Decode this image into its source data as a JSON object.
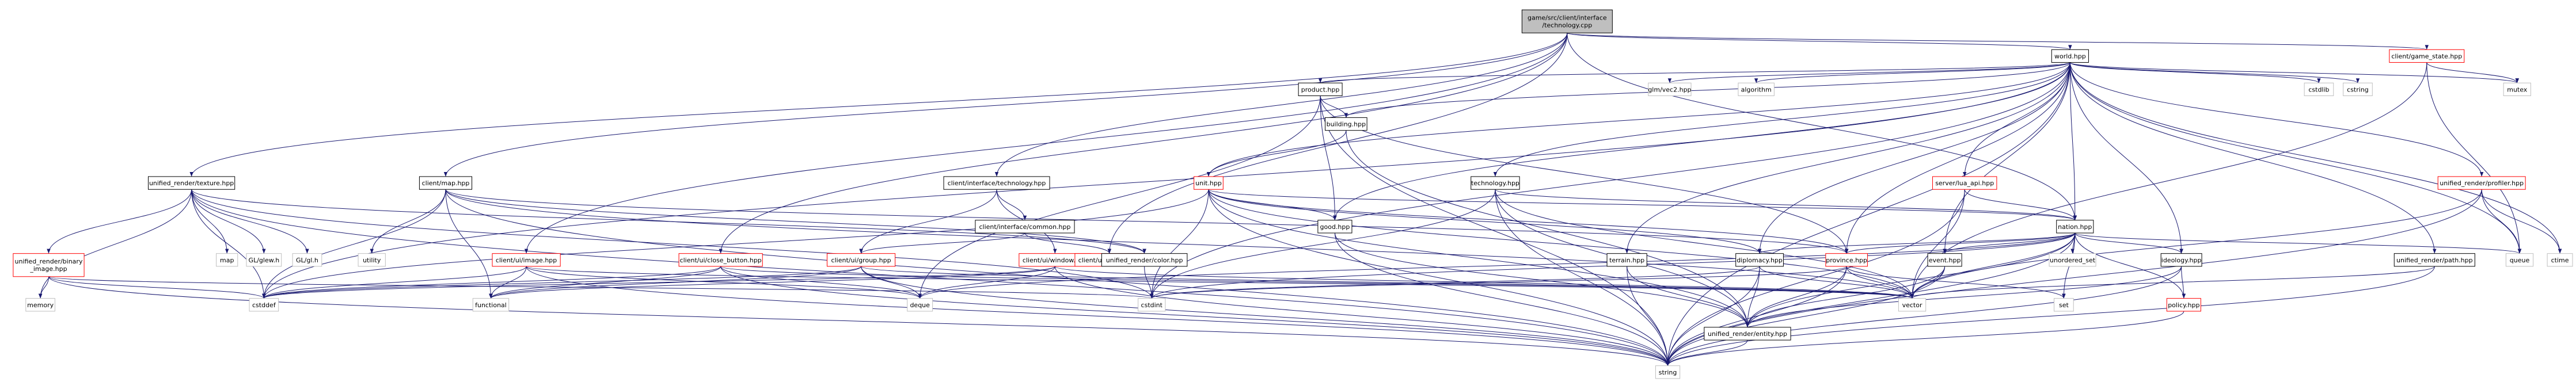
{
  "colors": {
    "edge": "#191970",
    "root_fill": "#bfbfbf",
    "node_border": "#000000",
    "system_border": "#bfbfbf",
    "incomplete_border": "#ff0000"
  },
  "nodes": [
    {
      "id": "root",
      "lines": [
        "game/src/client/interface",
        "/technology.cpp"
      ],
      "kind": "root"
    },
    {
      "id": "world",
      "lines": [
        "world.hpp"
      ],
      "kind": "local"
    },
    {
      "id": "gamestate",
      "lines": [
        "client/game_state.hpp"
      ],
      "kind": "incomplete"
    },
    {
      "id": "product",
      "lines": [
        "product.hpp"
      ],
      "kind": "local"
    },
    {
      "id": "glmvec2",
      "lines": [
        "glm/vec2.hpp"
      ],
      "kind": "sys"
    },
    {
      "id": "algorithm",
      "lines": [
        "algorithm"
      ],
      "kind": "sys"
    },
    {
      "id": "cstdlib",
      "lines": [
        "cstdlib"
      ],
      "kind": "sys"
    },
    {
      "id": "cstring",
      "lines": [
        "cstring"
      ],
      "kind": "sys"
    },
    {
      "id": "mutex",
      "lines": [
        "mutex"
      ],
      "kind": "sys"
    },
    {
      "id": "building",
      "lines": [
        "building.hpp"
      ],
      "kind": "local"
    },
    {
      "id": "texture",
      "lines": [
        "unified_render/texture.hpp"
      ],
      "kind": "local"
    },
    {
      "id": "map",
      "lines": [
        "client/map.hpp"
      ],
      "kind": "local"
    },
    {
      "id": "ifacetech",
      "lines": [
        "client/interface/technology.hpp"
      ],
      "kind": "local"
    },
    {
      "id": "unit",
      "lines": [
        "unit.hpp"
      ],
      "kind": "incomplete"
    },
    {
      "id": "technology",
      "lines": [
        "technology.hpp"
      ],
      "kind": "local"
    },
    {
      "id": "luaapi",
      "lines": [
        "server/lua_api.hpp"
      ],
      "kind": "incomplete"
    },
    {
      "id": "profiler",
      "lines": [
        "unified_render/profiler.hpp"
      ],
      "kind": "incomplete"
    },
    {
      "id": "common",
      "lines": [
        "client/interface/common.hpp"
      ],
      "kind": "local"
    },
    {
      "id": "good",
      "lines": [
        "good.hpp"
      ],
      "kind": "local"
    },
    {
      "id": "nation",
      "lines": [
        "nation.hpp"
      ],
      "kind": "local"
    },
    {
      "id": "binaryimage",
      "lines": [
        "unified_render/binary",
        "_image.hpp"
      ],
      "kind": "incomplete"
    },
    {
      "id": "mapsys",
      "lines": [
        "map"
      ],
      "kind": "sys"
    },
    {
      "id": "glew",
      "lines": [
        "GL/glew.h"
      ],
      "kind": "sys"
    },
    {
      "id": "glh",
      "lines": [
        "GL/gl.h"
      ],
      "kind": "sys"
    },
    {
      "id": "utility",
      "lines": [
        "utility"
      ],
      "kind": "sys"
    },
    {
      "id": "image",
      "lines": [
        "client/ui/image.hpp"
      ],
      "kind": "incomplete"
    },
    {
      "id": "closebutton",
      "lines": [
        "client/ui/close_button.hpp"
      ],
      "kind": "incomplete"
    },
    {
      "id": "group",
      "lines": [
        "client/ui/group.hpp"
      ],
      "kind": "incomplete"
    },
    {
      "id": "window",
      "lines": [
        "client/ui/window.hpp"
      ],
      "kind": "incomplete"
    },
    {
      "id": "button",
      "lines": [
        "client/ui/button.hpp"
      ],
      "kind": "incomplete"
    },
    {
      "id": "color",
      "lines": [
        "unified_render/color.hpp"
      ],
      "kind": "local"
    },
    {
      "id": "terrain",
      "lines": [
        "terrain.hpp"
      ],
      "kind": "local"
    },
    {
      "id": "diplomacy",
      "lines": [
        "diplomacy.hpp"
      ],
      "kind": "local"
    },
    {
      "id": "province",
      "lines": [
        "province.hpp"
      ],
      "kind": "incomplete"
    },
    {
      "id": "event",
      "lines": [
        "event.hpp"
      ],
      "kind": "local"
    },
    {
      "id": "unorderedset",
      "lines": [
        "unordered_set"
      ],
      "kind": "sys"
    },
    {
      "id": "ideology",
      "lines": [
        "ideology.hpp"
      ],
      "kind": "local"
    },
    {
      "id": "path",
      "lines": [
        "unified_render/path.hpp"
      ],
      "kind": "local"
    },
    {
      "id": "queue",
      "lines": [
        "queue"
      ],
      "kind": "sys"
    },
    {
      "id": "ctime",
      "lines": [
        "ctime"
      ],
      "kind": "sys"
    },
    {
      "id": "memory",
      "lines": [
        "memory"
      ],
      "kind": "sys"
    },
    {
      "id": "cstddef",
      "lines": [
        "cstddef"
      ],
      "kind": "sys"
    },
    {
      "id": "functional",
      "lines": [
        "functional"
      ],
      "kind": "sys"
    },
    {
      "id": "deque",
      "lines": [
        "deque"
      ],
      "kind": "sys"
    },
    {
      "id": "cstdint",
      "lines": [
        "cstdint"
      ],
      "kind": "sys"
    },
    {
      "id": "vector",
      "lines": [
        "vector"
      ],
      "kind": "sys"
    },
    {
      "id": "set",
      "lines": [
        "set"
      ],
      "kind": "sys"
    },
    {
      "id": "policy",
      "lines": [
        "policy.hpp"
      ],
      "kind": "incomplete"
    },
    {
      "id": "entity",
      "lines": [
        "unified_render/entity.hpp"
      ],
      "kind": "local"
    },
    {
      "id": "string",
      "lines": [
        "string"
      ],
      "kind": "sys"
    }
  ],
  "edges": [
    [
      "root",
      "world"
    ],
    [
      "root",
      "gamestate"
    ],
    [
      "root",
      "texture"
    ],
    [
      "root",
      "map"
    ],
    [
      "root",
      "ifacetech"
    ],
    [
      "root",
      "image"
    ],
    [
      "root",
      "closebutton"
    ],
    [
      "root",
      "button"
    ],
    [
      "root",
      "nation"
    ],
    [
      "world",
      "product"
    ],
    [
      "world",
      "glmvec2"
    ],
    [
      "world",
      "algorithm"
    ],
    [
      "world",
      "cstdlib"
    ],
    [
      "world",
      "cstring"
    ],
    [
      "world",
      "mutex"
    ],
    [
      "world",
      "building"
    ],
    [
      "world",
      "unit"
    ],
    [
      "world",
      "technology"
    ],
    [
      "world",
      "luaapi"
    ],
    [
      "world",
      "profiler"
    ],
    [
      "world",
      "good"
    ],
    [
      "world",
      "nation"
    ],
    [
      "world",
      "terrain"
    ],
    [
      "world",
      "diplomacy"
    ],
    [
      "world",
      "province"
    ],
    [
      "world",
      "event"
    ],
    [
      "world",
      "ideology"
    ],
    [
      "world",
      "path"
    ],
    [
      "world",
      "queue"
    ],
    [
      "world",
      "ctime"
    ],
    [
      "world",
      "cstddef"
    ],
    [
      "world",
      "cstdint"
    ],
    [
      "world",
      "string"
    ],
    [
      "gamestate",
      "mutex"
    ],
    [
      "gamestate",
      "queue"
    ],
    [
      "gamestate",
      "vector"
    ],
    [
      "product",
      "building"
    ],
    [
      "product",
      "good"
    ],
    [
      "product",
      "province"
    ],
    [
      "product",
      "deque"
    ],
    [
      "product",
      "string"
    ],
    [
      "building",
      "unit"
    ],
    [
      "building",
      "entity"
    ],
    [
      "unit",
      "good"
    ],
    [
      "unit",
      "nation"
    ],
    [
      "unit",
      "cstddef"
    ],
    [
      "unit",
      "cstdint"
    ],
    [
      "unit",
      "vector"
    ],
    [
      "unit",
      "entity"
    ],
    [
      "unit",
      "string"
    ],
    [
      "unit",
      "province"
    ],
    [
      "unit",
      "diplomacy"
    ],
    [
      "technology",
      "nation"
    ],
    [
      "technology",
      "vector"
    ],
    [
      "technology",
      "entity"
    ],
    [
      "technology",
      "string"
    ],
    [
      "technology",
      "cstdint"
    ],
    [
      "luaapi",
      "nation"
    ],
    [
      "luaapi",
      "string"
    ],
    [
      "luaapi",
      "vector"
    ],
    [
      "profiler",
      "queue"
    ],
    [
      "profiler",
      "ctime"
    ],
    [
      "profiler",
      "string"
    ],
    [
      "profiler",
      "vector"
    ],
    [
      "good",
      "entity"
    ],
    [
      "good",
      "string"
    ],
    [
      "nation",
      "unorderedset"
    ],
    [
      "nation",
      "ideology"
    ],
    [
      "nation",
      "province"
    ],
    [
      "nation",
      "diplomacy"
    ],
    [
      "nation",
      "event"
    ],
    [
      "nation",
      "queue"
    ],
    [
      "nation",
      "set"
    ],
    [
      "nation",
      "vector"
    ],
    [
      "nation",
      "cstdint"
    ],
    [
      "nation",
      "deque"
    ],
    [
      "nation",
      "string"
    ],
    [
      "nation",
      "policy"
    ],
    [
      "nation",
      "entity"
    ],
    [
      "texture",
      "binaryimage"
    ],
    [
      "texture",
      "mapsys"
    ],
    [
      "texture",
      "glew"
    ],
    [
      "texture",
      "glh"
    ],
    [
      "texture",
      "memory"
    ],
    [
      "texture",
      "string"
    ],
    [
      "texture",
      "color"
    ],
    [
      "texture",
      "cstddef"
    ],
    [
      "texture",
      "cstdint"
    ],
    [
      "binaryimage",
      "memory"
    ],
    [
      "binaryimage",
      "cstddef"
    ],
    [
      "binaryimage",
      "string"
    ],
    [
      "binaryimage",
      "cstdint"
    ],
    [
      "map",
      "utility"
    ],
    [
      "map",
      "vector"
    ],
    [
      "map",
      "cstddef"
    ],
    [
      "map",
      "functional"
    ],
    [
      "map",
      "string"
    ],
    [
      "map",
      "province"
    ],
    [
      "map",
      "color"
    ],
    [
      "ifacetech",
      "common"
    ],
    [
      "ifacetech",
      "group"
    ],
    [
      "ifacetech",
      "window"
    ],
    [
      "common",
      "group"
    ],
    [
      "common",
      "button"
    ],
    [
      "image",
      "cstddef"
    ],
    [
      "image",
      "deque"
    ],
    [
      "image",
      "functional"
    ],
    [
      "image",
      "vector"
    ],
    [
      "image",
      "string"
    ],
    [
      "closebutton",
      "cstddef"
    ],
    [
      "closebutton",
      "deque"
    ],
    [
      "closebutton",
      "functional"
    ],
    [
      "closebutton",
      "vector"
    ],
    [
      "closebutton",
      "string"
    ],
    [
      "group",
      "cstddef"
    ],
    [
      "group",
      "deque"
    ],
    [
      "group",
      "functional"
    ],
    [
      "group",
      "vector"
    ],
    [
      "group",
      "string"
    ],
    [
      "window",
      "cstddef"
    ],
    [
      "window",
      "deque"
    ],
    [
      "window",
      "functional"
    ],
    [
      "window",
      "vector"
    ],
    [
      "window",
      "string"
    ],
    [
      "color",
      "cstdint"
    ],
    [
      "terrain",
      "entity"
    ],
    [
      "terrain",
      "string"
    ],
    [
      "diplomacy",
      "cstdint"
    ],
    [
      "diplomacy",
      "vector"
    ],
    [
      "diplomacy",
      "entity"
    ],
    [
      "diplomacy",
      "string"
    ],
    [
      "province",
      "vector"
    ],
    [
      "province",
      "set"
    ],
    [
      "province",
      "cstdint"
    ],
    [
      "province",
      "entity"
    ],
    [
      "province",
      "string"
    ],
    [
      "event",
      "vector"
    ],
    [
      "event",
      "entity"
    ],
    [
      "event",
      "string"
    ],
    [
      "ideology",
      "policy"
    ],
    [
      "ideology",
      "entity"
    ],
    [
      "ideology",
      "string"
    ],
    [
      "path",
      "string"
    ],
    [
      "path",
      "vector"
    ],
    [
      "policy",
      "string"
    ],
    [
      "entity",
      "string"
    ]
  ]
}
